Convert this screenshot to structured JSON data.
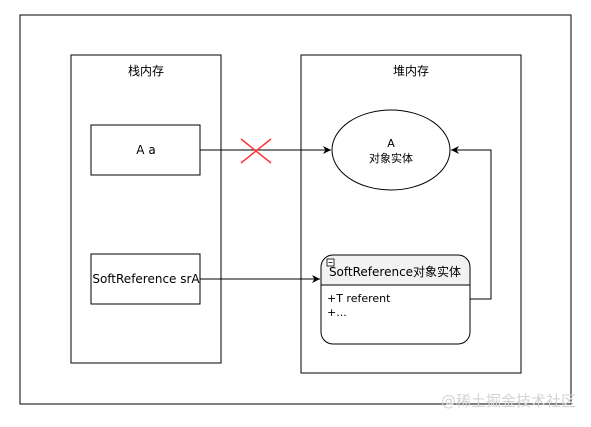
{
  "diagram": {
    "stack_region": {
      "title": "栈内存",
      "reference_a": "A a",
      "reference_sra": "SoftReference srA"
    },
    "heap_region": {
      "title": "堆内存",
      "object_a": {
        "line1": "A",
        "line2": "对象实体"
      },
      "soft_reference_object": {
        "collapse_glyph": "−",
        "header": "SoftReference对象实体",
        "fields": [
          "+T referent",
          "+..."
        ]
      }
    }
  },
  "watermark": "@稀土掘金技术社区",
  "colors": {
    "line": "#000000",
    "cross": "#ff3333",
    "card_header_bg": "#f2f2f2",
    "watermark": "#d4d4d4"
  }
}
